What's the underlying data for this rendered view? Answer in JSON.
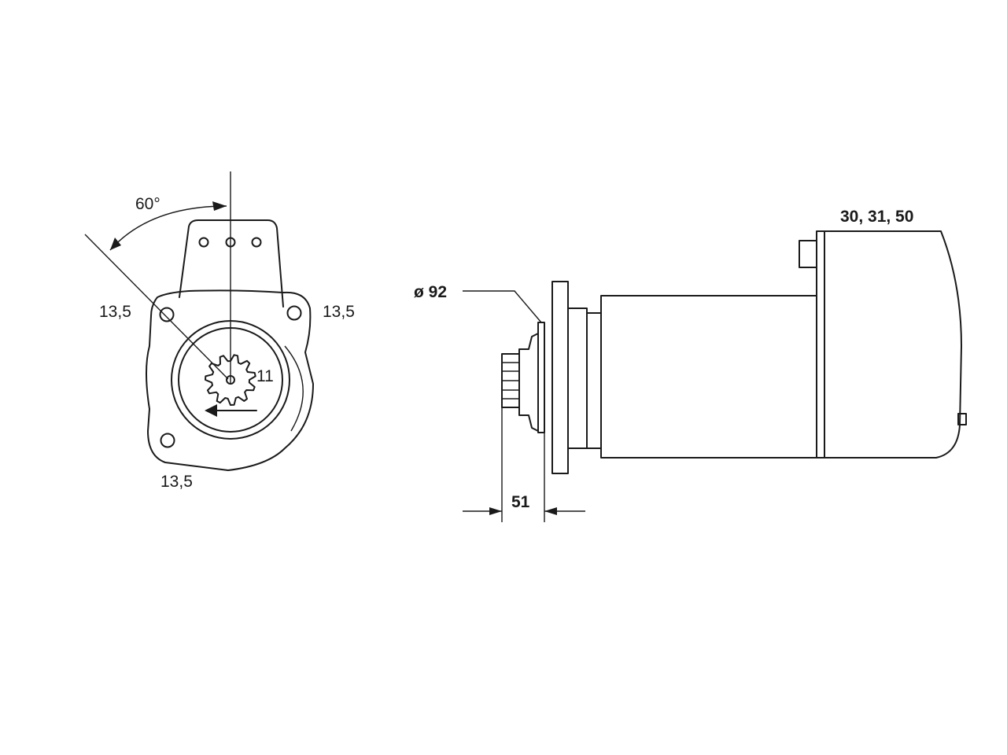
{
  "labels": {
    "angle": "60°",
    "hole_left": "13,5",
    "hole_right": "13,5",
    "hole_bottom": "13,5",
    "teeth": "11",
    "diameter": "ø 92",
    "terminals": "30, 31, 50",
    "distance": "51"
  },
  "colors": {
    "line": "#1a1a1a",
    "background": "#ffffff"
  }
}
